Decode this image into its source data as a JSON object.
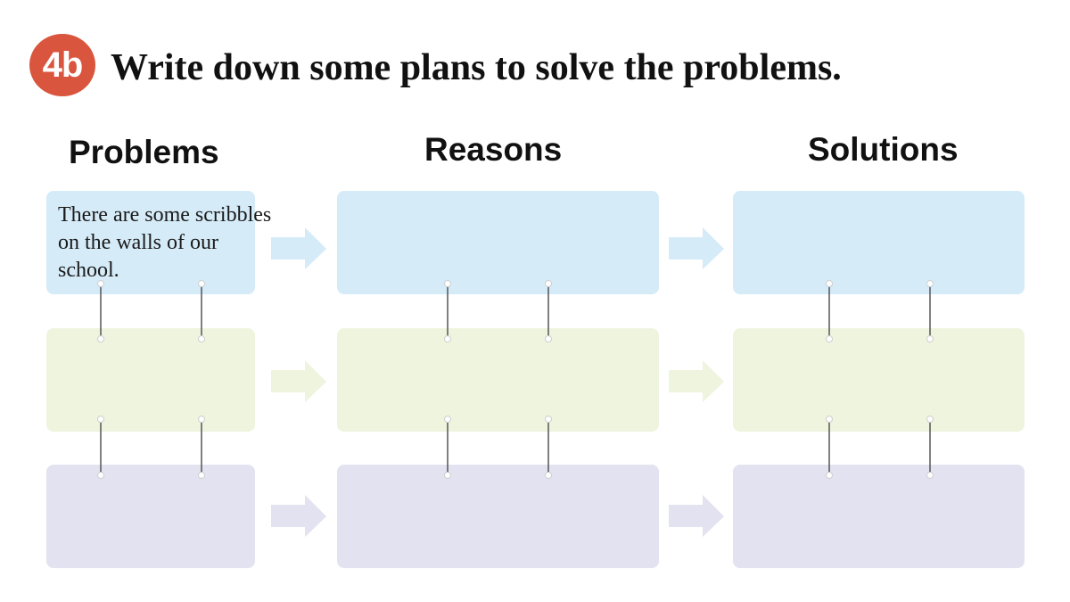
{
  "header": {
    "badge": "4b",
    "title": "Write down some plans to solve the problems."
  },
  "columns": {
    "problems": "Problems",
    "reasons": "Reasons",
    "solutions": "Solutions"
  },
  "cells": {
    "problem_1": "There are some scribbles on the walls of our school.",
    "problem_2": "",
    "problem_3": "",
    "reason_1": "",
    "reason_2": "",
    "reason_3": "",
    "solution_1": "",
    "solution_2": "",
    "solution_3": ""
  },
  "colors": {
    "badge": "#d9553e",
    "row_1": "#d5ebf8",
    "row_2": "#eff4df",
    "row_3": "#e3e2f0",
    "arrow_1": "#d5ebf8",
    "arrow_2": "#eff4df",
    "arrow_3": "#e3e2f0",
    "connector": "#555555"
  }
}
